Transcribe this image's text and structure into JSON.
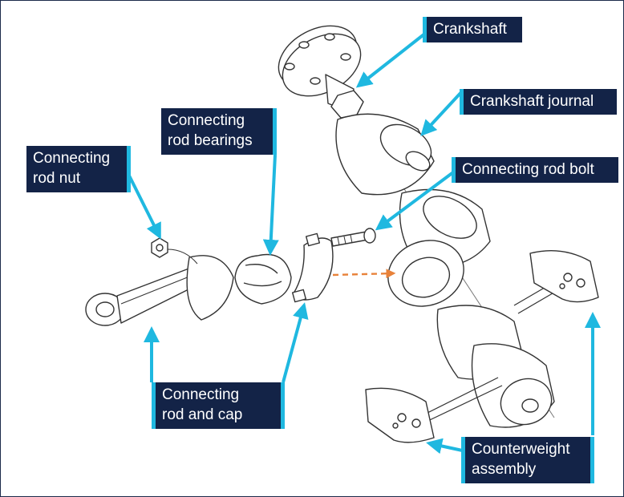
{
  "colors": {
    "label_bg": "#132347",
    "label_text": "#ffffff",
    "leader": "#1fb8e0",
    "motion_arrow": "#e8823a",
    "line_art": "#333333"
  },
  "labels": {
    "crankshaft": "Crankshaft",
    "crankshaft_journal": "Crankshaft journal",
    "connecting_rod_bolt": "Connecting rod bolt",
    "connecting_rod_bearings": "Connecting\nrod bearings",
    "connecting_rod_nut": "Connecting\nrod nut",
    "connecting_rod_and_cap": "Connecting\nrod and cap",
    "counterweight_assembly": "Counterweight\nassembly"
  }
}
